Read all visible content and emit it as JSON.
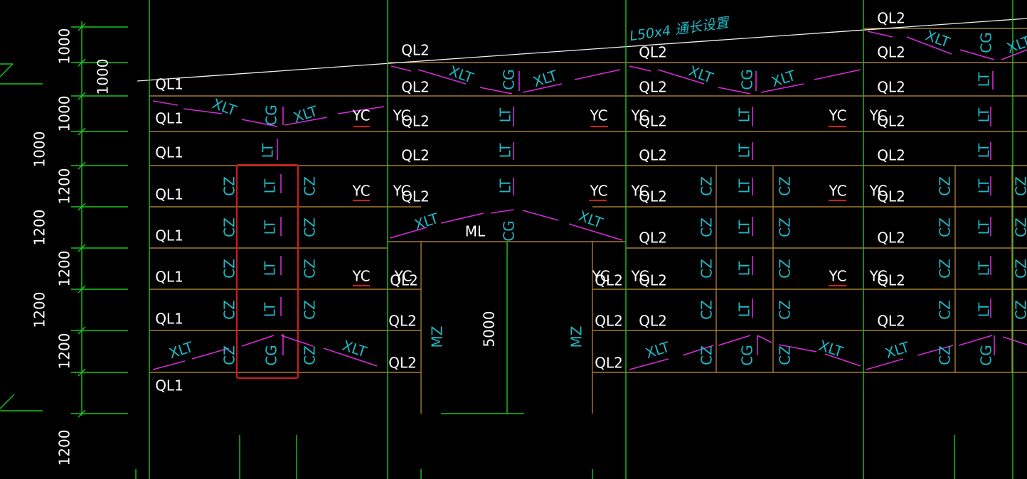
{
  "drawing": {
    "annotation": "L50x4 通长设置",
    "dimensions": {
      "d1000": "1000",
      "d1200": "1200",
      "d5000": "5000"
    },
    "labels": {
      "QL1": "QL1",
      "QL2": "QL2",
      "XLT": "XLT",
      "CG": "CG",
      "CZ": "CZ",
      "LT": "LT",
      "YC": "YC",
      "MZ": "MZ",
      "ML": "ML"
    },
    "colors": {
      "background": "#000000",
      "gridline": "#c8943c",
      "dimension_line": "#19c51f",
      "brace": "#d62ad6",
      "highlight_box": "#d21d1d",
      "member_label": "#1fb8c4",
      "text": "#ffffff"
    }
  }
}
